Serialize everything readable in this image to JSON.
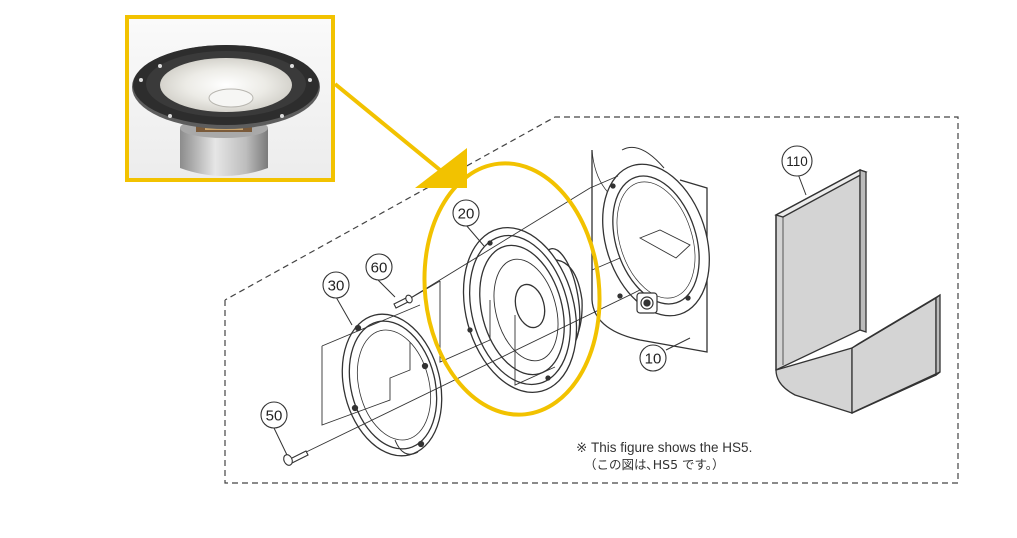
{
  "parts": [
    {
      "id": "main-cabinet",
      "label": "10"
    },
    {
      "id": "woofer",
      "label": "20"
    },
    {
      "id": "front-ring",
      "label": "30"
    },
    {
      "id": "long-screw",
      "label": "50"
    },
    {
      "id": "short-screw",
      "label": "60"
    },
    {
      "id": "stand-bracket",
      "label": "110"
    }
  ],
  "note": {
    "mark": "※",
    "line1": "This figure shows the HS5.",
    "line2": "（この図は､HS5 です。）"
  },
  "colors": {
    "highlight": "#F2C200",
    "line": "#333333",
    "panel": "#D4D4D4"
  },
  "photo": {
    "icon": "speaker-driver-photo"
  }
}
